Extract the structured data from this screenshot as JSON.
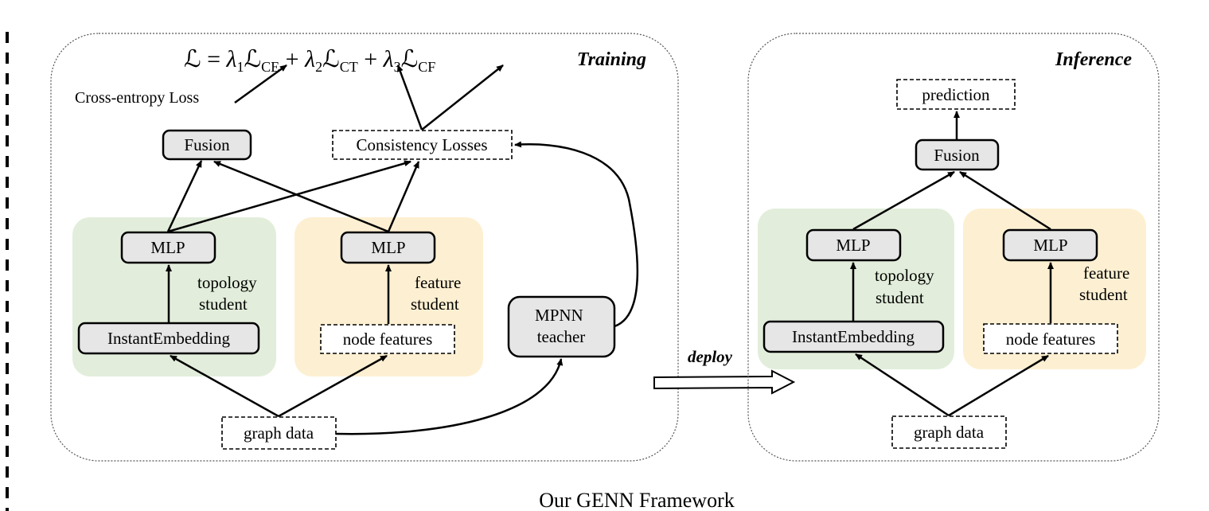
{
  "training": {
    "title": "Training",
    "loss_formula": {
      "lhs": "ℒ",
      "eq": " = ",
      "terms": [
        {
          "coef": "λ",
          "coef_sub": "1",
          "sym": "ℒ",
          "sub": "CE",
          "sep": " + "
        },
        {
          "coef": "λ",
          "coef_sub": "2",
          "sym": "ℒ",
          "sub": "CT",
          "sep": " + "
        },
        {
          "coef": "λ",
          "coef_sub": "3",
          "sym": "ℒ",
          "sub": "CF",
          "sep": ""
        }
      ]
    },
    "ce_label": "Cross-entropy Loss",
    "fusion": "Fusion",
    "consistency": "Consistency Losses",
    "mlp_topology": "MLP",
    "mlp_feature": "MLP",
    "topology_student": [
      "topology",
      "student"
    ],
    "feature_student": [
      "feature",
      "student"
    ],
    "instant_embedding": "InstantEmbedding",
    "node_features": "node features",
    "teacher": [
      "MPNN",
      "teacher"
    ],
    "graph_data": "graph data"
  },
  "deploy_label": "deploy",
  "inference": {
    "title": "Inference",
    "prediction": "prediction",
    "fusion": "Fusion",
    "mlp_topology": "MLP",
    "mlp_feature": "MLP",
    "topology_student": [
      "topology",
      "student"
    ],
    "feature_student": [
      "feature",
      "student"
    ],
    "instant_embedding": "InstantEmbedding",
    "node_features": "node features",
    "graph_data": "graph data"
  },
  "caption": "Our GENN Framework",
  "colors": {
    "topology_bg": "#e2eedb",
    "feature_bg": "#fdf0d2",
    "box_fill": "#e6e6e6",
    "stroke": "#000000"
  }
}
